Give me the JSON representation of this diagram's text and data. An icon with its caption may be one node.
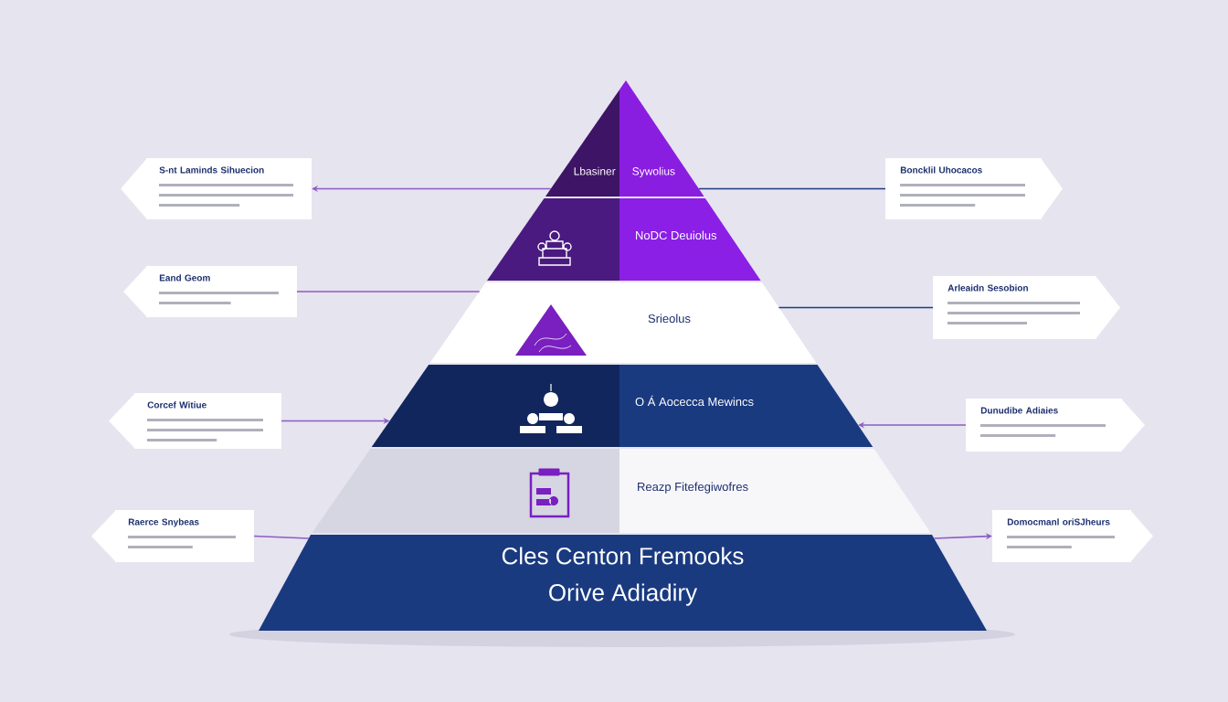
{
  "diagram": {
    "nodes": [
      {
        "text": [
          "Lbasiner",
          "Sywolius"
        ]
      },
      {
        "text": [
          "NoDC Deuiolus"
        ]
      },
      {
        "text": [
          "Srieolus"
        ]
      },
      {
        "text": [
          "O Á Aocecca Mewincs"
        ]
      },
      {
        "text": [
          "Reazp Fitefegiwofres"
        ]
      },
      {
        "text": [
          "Cles Centon Fremooks",
          "Orive Adiadiry"
        ]
      },
      {
        "text": [
          "S-nt Laminds Sihuecion"
        ]
      },
      {
        "text": [
          "Eand Geom"
        ]
      },
      {
        "text": [
          "Corcef Witiue"
        ]
      },
      {
        "text": [
          "Raerce Snybeas"
        ]
      },
      {
        "text": [
          "Boncklil Uhocacos"
        ]
      },
      {
        "text": [
          "Arleaidn Sesobion"
        ]
      },
      {
        "text": [
          "Dunudibe Adiaies"
        ]
      },
      {
        "text": [
          "Domocmanl oriSJheurs"
        ]
      }
    ],
    "edges": [
      {
        "from": 0,
        "to": 6,
        "arrow": "to"
      },
      {
        "from": 2,
        "to": 7,
        "arrow": "none"
      },
      {
        "from": 8,
        "to": 3,
        "arrow": "to"
      },
      {
        "from": 5,
        "to": 9,
        "arrow": "none"
      },
      {
        "from": 0,
        "to": 10,
        "arrow": "none",
        "color": "#1f3b82"
      },
      {
        "from": 2,
        "to": 11,
        "arrow": "none",
        "color": "#1f3b82"
      },
      {
        "from": 12,
        "to": 3,
        "arrow": "to"
      },
      {
        "from": 5,
        "to": 13,
        "arrow": "to"
      }
    ]
  }
}
